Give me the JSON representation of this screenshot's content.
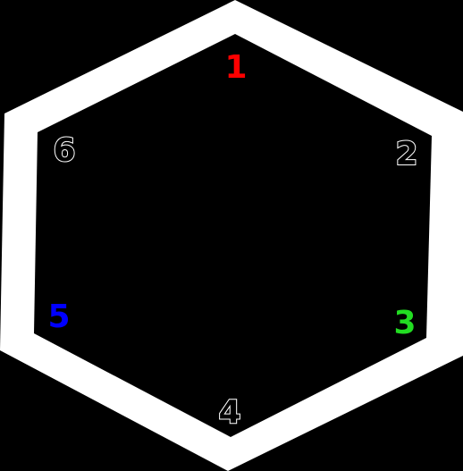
{
  "colors": {
    "background": "#000000",
    "frame": "#ffffff",
    "label_red": "#ff0000",
    "label_green": "#22dd22",
    "label_blue": "#0000ff",
    "label_outline": "#ffffff"
  },
  "vertices": [
    {
      "label": "1",
      "color": "red"
    },
    {
      "label": "2",
      "color": "outline"
    },
    {
      "label": "3",
      "color": "green"
    },
    {
      "label": "4",
      "color": "outline"
    },
    {
      "label": "5",
      "color": "blue"
    },
    {
      "label": "6",
      "color": "outline"
    }
  ]
}
